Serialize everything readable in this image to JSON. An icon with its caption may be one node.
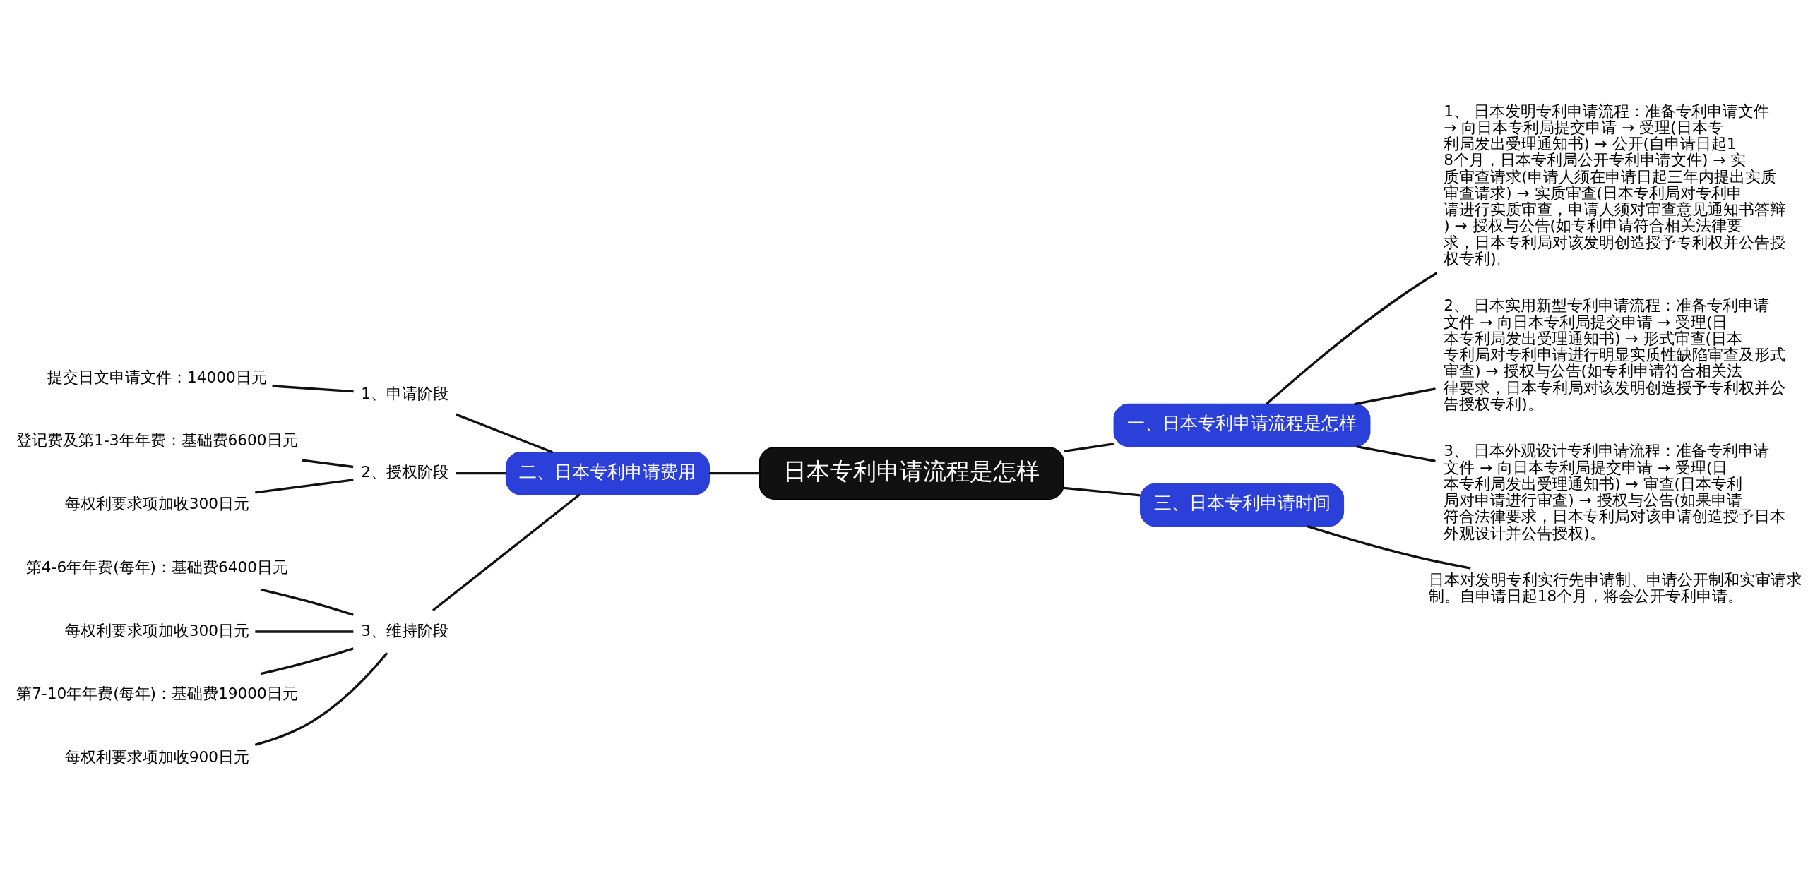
{
  "diagram": {
    "nodes": [
      {
        "text": [
          "日本专利申请流程是怎样"
        ]
      },
      {
        "text": [
          "一、日本专利申请流程是怎样"
        ]
      },
      {
        "text": [
          "1、 日本发明专利申请流程：准备专利申请文件 → 向日本专利局提交申请 → 受理(日本专利局发出受理通知书) → 公开(自申请日起18个月，日本专利局公开专利申请文件) → 实质审查请求(申请人须在申请日起三年内提出实质审查请求) → 实质审查(日本专利局对专利申请进行实质审查，申请人须对审查意见通知书答辩) → 授权与公告(如专利申请符合相关法律要求，日本专利局对该发明创造授予专利权并公告授权专利)。"
        ]
      },
      {
        "text": [
          "2、 日本实用新型专利申请流程：准备专利申请文件 → 向日本专利局提交申请 → 受理(日本专利局发出受理通知书) → 形式审查(日本专利局对专利申请进行明显实质性缺陷审查及形式审查) → 授权与公告(如专利申请符合相关法律要求，日本专利局对该发明创造授予专利权并公告授权专利)。"
        ]
      },
      {
        "text": [
          "3、 日本外观设计专利申请流程：准备专利申请文件 → 向日本专利局提交申请 → 受理(日本专利局发出受理通知书) → 审查(日本专利局对申请进行审查) → 授权与公告(如果申请符合法律要求，日本专利局对该申请创造授予日本外观设计并公告授权)。"
        ]
      },
      {
        "text": [
          "二、日本专利申请费用"
        ]
      },
      {
        "text": [
          "1、申请阶段"
        ]
      },
      {
        "text": [
          "提交日文申请文件：14000日元"
        ]
      },
      {
        "text": [
          "2、授权阶段"
        ]
      },
      {
        "text": [
          "登记费及第1-3年年费：基础费6600日元"
        ]
      },
      {
        "text": [
          "每权利要求项加收300日元"
        ]
      },
      {
        "text": [
          "3、维持阶段"
        ]
      },
      {
        "text": [
          "第4-6年年费(每年)：基础费6400日元"
        ]
      },
      {
        "text": [
          "每权利要求项加收300日元"
        ]
      },
      {
        "text": [
          "第7-10年年费(每年)：基础费19000日元"
        ]
      },
      {
        "text": [
          "每权利要求项加收900日元"
        ]
      },
      {
        "text": [
          "三、日本专利申请时间"
        ]
      },
      {
        "text": [
          "日本对发明专利实行先申请制、申请公开制和实审请求制。自申请日起18个月，将会公开专利申请。"
        ]
      }
    ],
    "edges": [
      {
        "from": 0,
        "to": 1,
        "arrow": "none"
      },
      {
        "from": 1,
        "to": 2,
        "arrow": "none"
      },
      {
        "from": 1,
        "to": 3,
        "arrow": "none"
      },
      {
        "from": 1,
        "to": 4,
        "arrow": "none"
      },
      {
        "from": 0,
        "to": 5,
        "arrow": "none"
      },
      {
        "from": 5,
        "to": 6,
        "arrow": "none"
      },
      {
        "from": 6,
        "to": 7,
        "arrow": "none"
      },
      {
        "from": 5,
        "to": 8,
        "arrow": "none"
      },
      {
        "from": 8,
        "to": 9,
        "arrow": "none"
      },
      {
        "from": 8,
        "to": 10,
        "arrow": "none"
      },
      {
        "from": 5,
        "to": 11,
        "arrow": "none"
      },
      {
        "from": 11,
        "to": 12,
        "arrow": "none"
      },
      {
        "from": 11,
        "to": 13,
        "arrow": "none"
      },
      {
        "from": 11,
        "to": 14,
        "arrow": "none"
      },
      {
        "from": 11,
        "to": 15,
        "arrow": "none"
      },
      {
        "from": 0,
        "to": 16,
        "arrow": "none"
      },
      {
        "from": 16,
        "to": 17,
        "arrow": "none"
      }
    ]
  }
}
